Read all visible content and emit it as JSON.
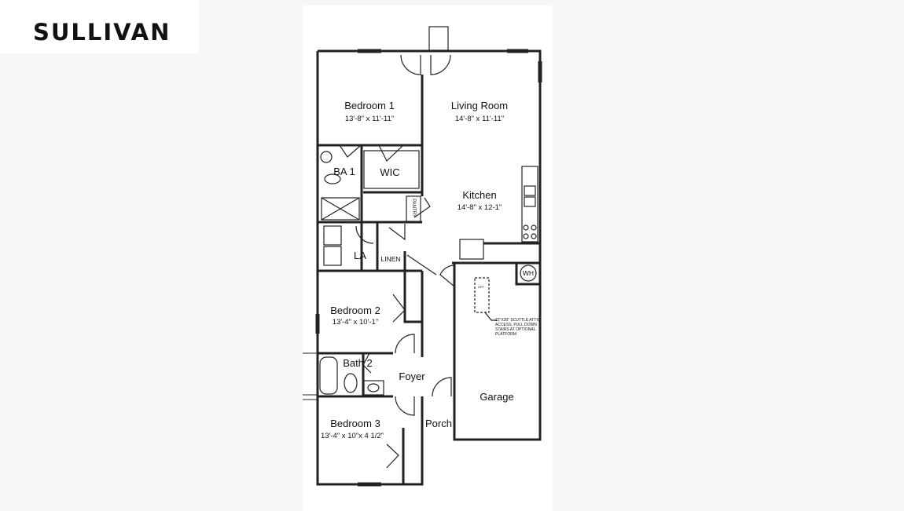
{
  "brand": {
    "name": "SULLIVAN"
  },
  "rooms": [
    {
      "name": "Bedroom 1",
      "dimensions": "13'-8\" x 11'-11\""
    },
    {
      "name": "Living Room",
      "dimensions": "14'-8\" x 11'-11\""
    },
    {
      "name": "Kitchen",
      "dimensions": "14'-8\" x 12-1\""
    },
    {
      "name": "Bedroom 2",
      "dimensions": "13'-4\" x 10'-1\""
    },
    {
      "name": "Bedroom 3",
      "dimensions": "13'-4\" x 10\"x 4 1/2\""
    }
  ],
  "labels": {
    "ba1": "BA 1",
    "wic": "WIC",
    "pantry": "PANTRY",
    "la": "LA",
    "linen": "LINEN",
    "wh": "WH",
    "bath2": "Bath 2",
    "foyer": "Foyer",
    "porch": "Porch",
    "garage": "Garage",
    "opt": "OPT"
  },
  "attic_note": "22\"X30\" SCUTTLE ATTIC ACCESS, PULL DOWN STAIRS AT OPTIONAL PLATFORM"
}
